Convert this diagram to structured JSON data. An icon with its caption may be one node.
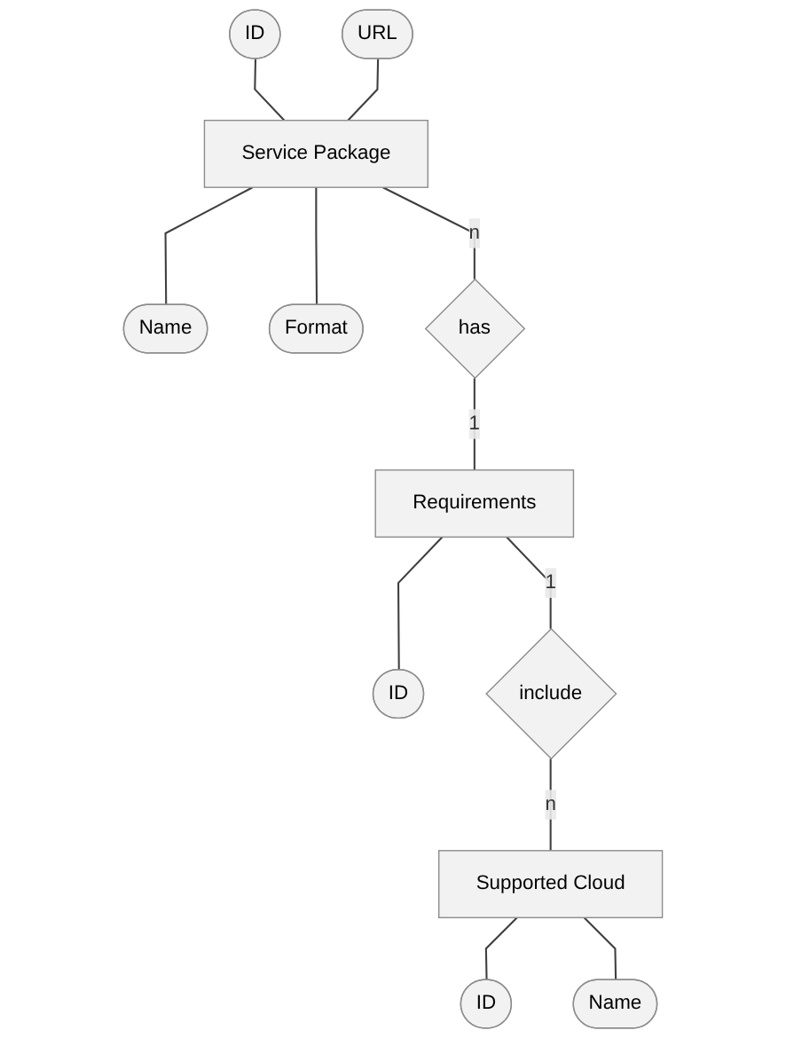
{
  "diagram": {
    "nodes": [
      {
        "text": [
          "ID"
        ]
      },
      {
        "text": [
          "Service Package"
        ]
      },
      {
        "text": [
          "Name"
        ]
      },
      {
        "text": [
          "URL"
        ]
      },
      {
        "text": [
          "Format"
        ]
      },
      {
        "text": [
          "has"
        ]
      },
      {
        "text": [
          "Requirements"
        ]
      },
      {
        "text": [
          "ID"
        ]
      },
      {
        "text": [
          "include"
        ]
      },
      {
        "text": [
          "ID"
        ]
      },
      {
        "text": [
          "Supported Cloud"
        ]
      },
      {
        "text": [
          "Name"
        ]
      }
    ],
    "edges": [
      {
        "from": 0,
        "to": 1,
        "arrow": "none"
      },
      {
        "from": 1,
        "to": 2,
        "arrow": "none"
      },
      {
        "from": 3,
        "to": 1,
        "arrow": "none"
      },
      {
        "from": 1,
        "to": 4,
        "arrow": "none"
      },
      {
        "from": 1,
        "to": 5,
        "label": "n",
        "arrow": "none"
      },
      {
        "from": 5,
        "to": 6,
        "label": "1",
        "arrow": "none"
      },
      {
        "from": 6,
        "to": 7,
        "arrow": "none"
      },
      {
        "from": 6,
        "to": 8,
        "label": "1",
        "arrow": "none"
      },
      {
        "from": 8,
        "to": 10,
        "label": "n",
        "arrow": "none"
      },
      {
        "from": 10,
        "to": 9,
        "arrow": "none"
      },
      {
        "from": 10,
        "to": 11,
        "arrow": "none"
      }
    ]
  }
}
